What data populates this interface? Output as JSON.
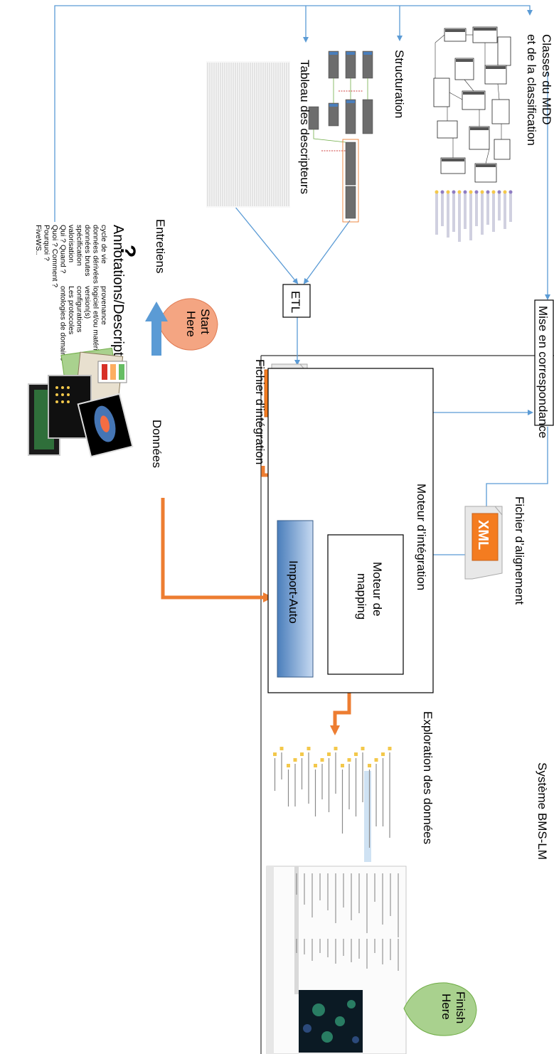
{
  "labels": {
    "classes_line1": "Classes du MDD",
    "classes_line2": "et de la classification",
    "structuration": "Structuration",
    "tableau": "Tableau des descripteurs",
    "entretiens": "Entretiens",
    "etl": "ETL",
    "mise_en_correspondance": "Mise en correspondance",
    "fichier_integration": "Fichier d’intégration",
    "fichier_alignement": "Fichier d’alignement",
    "donnees": "Données",
    "moteur_integration": "Moteur d’intégration",
    "moteur_mapping_line1": "Moteur de",
    "moteur_mapping_line2": "mapping",
    "import_auto": "Import-Auto",
    "systeme": "Système BMS-LM",
    "exploration": "Exploration des données",
    "xml": "XML"
  },
  "callouts": {
    "start_line1": "Start",
    "start_line2": "Here",
    "finish_line1": "Finish",
    "finish_line2": "Here"
  },
  "annotations": {
    "title": "Annotations/Descripteurs",
    "col1": [
      "cycle de vie",
      "données dérivées",
      "données brutes",
      "spécification",
      "valorisation",
      "Qui ? Quand ?",
      "Quoi ? Comment ?",
      "Pourquoi ?",
      "FiveWS.."
    ],
    "col2": [
      "provenance",
      "logiciel et/ou matériel",
      "version(s)",
      "configurations",
      "Les protocoles",
      "ontologies de domaine"
    ]
  },
  "colors": {
    "blue_arrow": "#5b9bd5",
    "orange_arrow": "#ed7d31",
    "start_bubble": "#f4a582",
    "finish_bubble": "#a9d18e",
    "import_auto_fill": "#8eb4e3",
    "xml_orange": "#f47c20"
  }
}
